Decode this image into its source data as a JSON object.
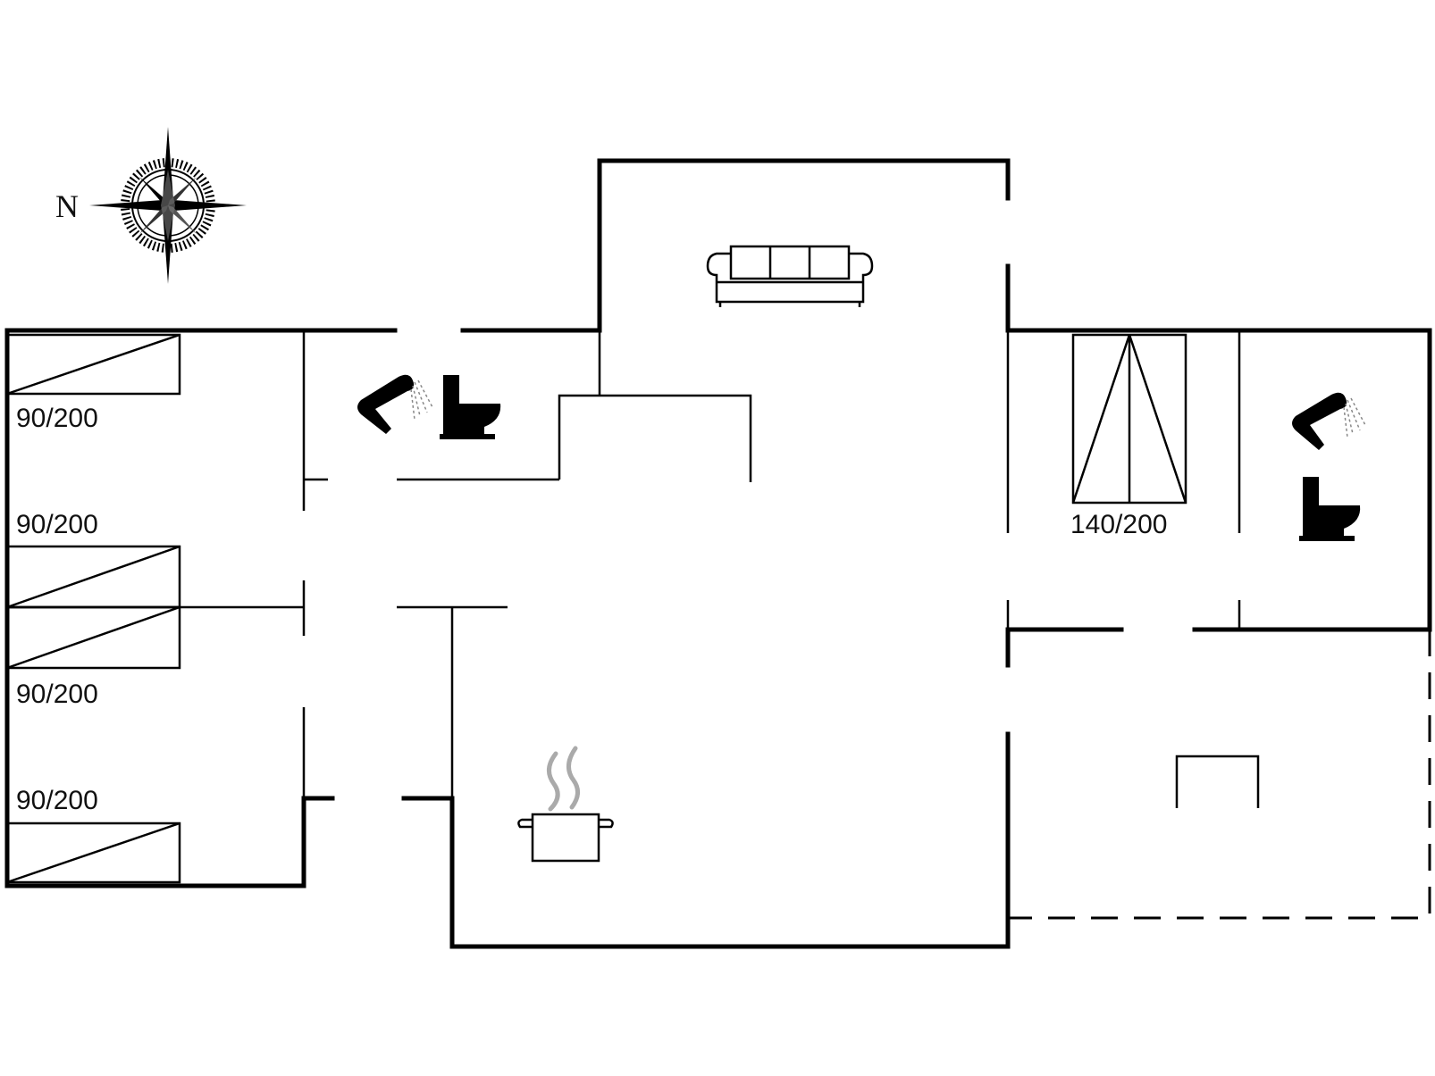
{
  "compass": {
    "label": "N",
    "icon": "compass-rose-icon"
  },
  "beds": {
    "bed_1": "90/200",
    "bed_2": "90/200",
    "bed_3": "90/200",
    "bed_4": "90/200",
    "bed_double": "140/200"
  },
  "icons": {
    "shower": "shower-icon",
    "toilet": "toilet-icon",
    "sofa": "sofa-icon",
    "cooking_pot": "cooking-pot-icon"
  }
}
